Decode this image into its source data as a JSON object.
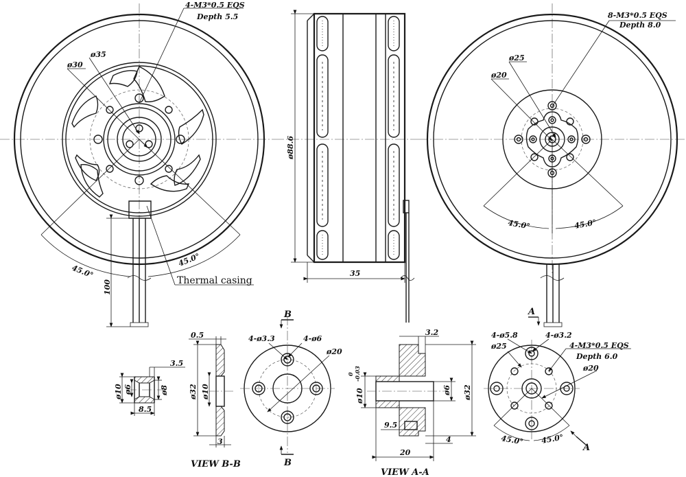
{
  "drawing": {
    "front_left": {
      "callout_thread": "4-M3*0.5 EQS",
      "callout_depth": "Depth 5.5",
      "d35": "ø35",
      "d30": "ø30",
      "angle_left": "45.0°",
      "angle_right": "45.0°",
      "lead_length": "100",
      "note": "Thermal casing"
    },
    "side": {
      "diameter": "ø88.6",
      "width": "35"
    },
    "front_right": {
      "callout_thread": "8-M3*0.5 EQS",
      "callout_depth": "Depth 8.0",
      "d25": "ø25",
      "d20": "ø20",
      "angle_left": "45.0°",
      "angle_right": "45.0°"
    },
    "sleeve": {
      "od": "ø10",
      "id": "ø6",
      "bore": "ø8",
      "flange": "3.5",
      "length": "8.5"
    },
    "section_bb": {
      "thickness_top": "0.5",
      "outer": "ø32",
      "inner": "ø10",
      "thickness_bottom": "3",
      "title": "VIEW B-B"
    },
    "flange_b": {
      "cut_top": "B",
      "cut_bottom": "B",
      "holes_small": "4-ø3.3",
      "holes_large": "4-ø6",
      "pcd": "ø20"
    },
    "section_aa": {
      "top": "3.2",
      "shaft": "ø10",
      "shaft_tol": "0",
      "shaft_tol_lower": "-0.03",
      "bore": "ø6",
      "outer": "ø32",
      "step": "9.5",
      "bottom_right": "4",
      "length": "20",
      "title": "VIEW A-A"
    },
    "flange_a": {
      "cut_top": "A",
      "cut_bottom": "A",
      "holes_large": "4-ø5.8",
      "holes_small": "4-ø3.2",
      "thread": "4-M3*0.5 EQS",
      "depth": "Depth 6.0",
      "d25": "ø25",
      "d20": "ø20",
      "angle_left": "45.0°",
      "angle_right": "45.0°"
    }
  }
}
